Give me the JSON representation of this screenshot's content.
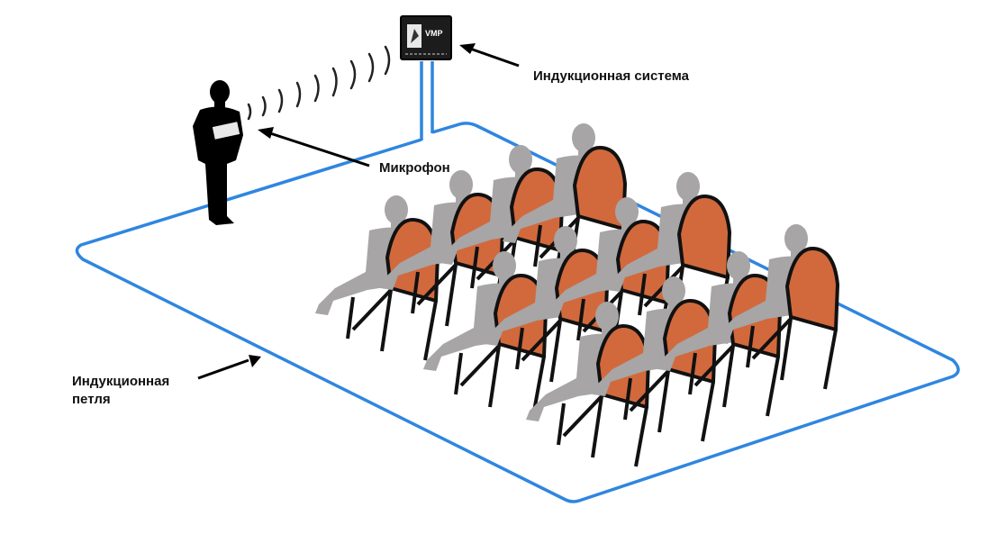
{
  "labels": {
    "system": "Индукционная система",
    "microphone": "Микрофон",
    "loop_line1": "Индукционная",
    "loop_line2": "петля"
  },
  "device": {
    "logo": "VMP"
  },
  "colors": {
    "loop": "#2f86df",
    "person": "#a7a5a6",
    "chair_seat": "#d2693c",
    "chair_frame": "#111111",
    "speaker": "#000000"
  }
}
